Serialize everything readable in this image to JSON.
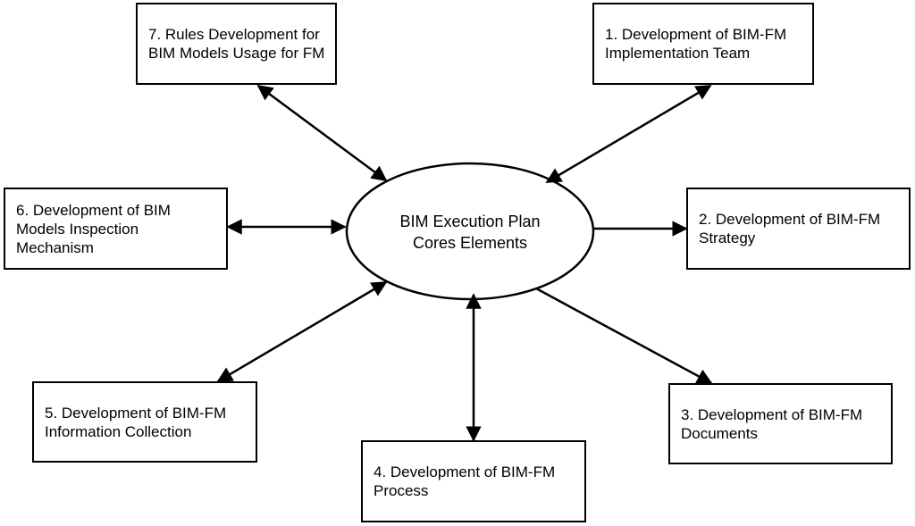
{
  "center": {
    "line1": "BIM Execution Plan",
    "line2": "Cores Elements"
  },
  "nodes": {
    "n1": {
      "line1": "1. Development of BIM-FM",
      "line2": "Implementation Team"
    },
    "n2": {
      "line1": "2. Development of BIM-FM",
      "line2": "Strategy"
    },
    "n3": {
      "line1": "3. Development of BIM-FM",
      "line2": "Documents"
    },
    "n4": {
      "line1": "4. Development of BIM-FM",
      "line2": "Process"
    },
    "n5": {
      "line1": "5. Development of BIM-FM",
      "line2": "Information Collection"
    },
    "n6": {
      "line1": "6. Development of BIM",
      "line2": "Models Inspection",
      "line3": "Mechanism"
    },
    "n7": {
      "line1": "7. Rules Development for",
      "line2": "BIM Models Usage for FM"
    }
  },
  "colors": {
    "stroke": "#000000",
    "background": "#ffffff"
  }
}
